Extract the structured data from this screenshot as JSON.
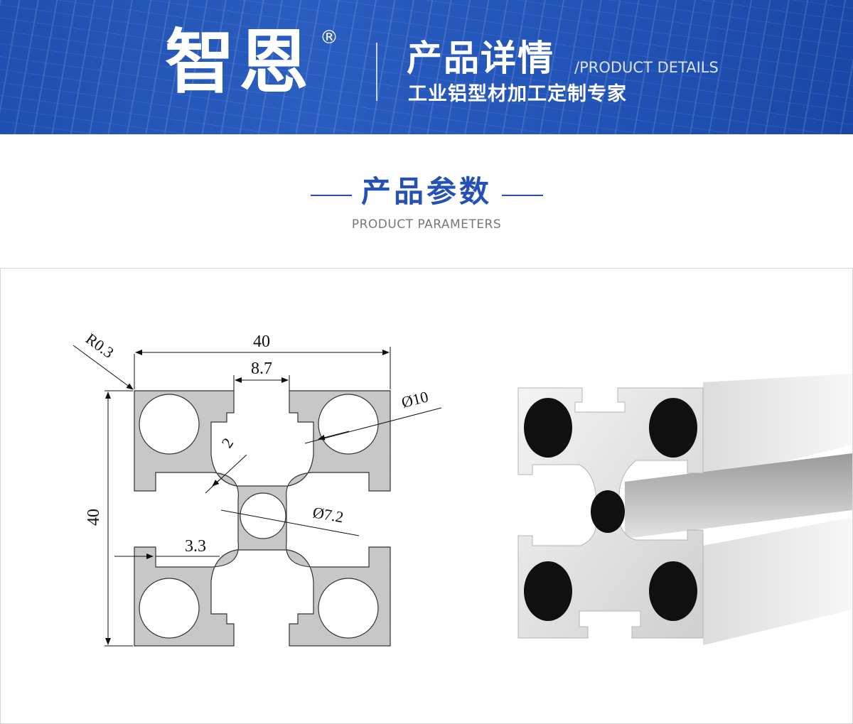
{
  "banner": {
    "brand": "智恩",
    "registered_mark": "®",
    "title_cn": "产品详情",
    "title_en": "/PRODUCT DETAILS",
    "subtitle": "工业铝型材加工定制专家"
  },
  "section": {
    "title": "产品参数",
    "subtitle": "PRODUCT PARAMETERS"
  },
  "drawing": {
    "dims": {
      "width_top": "40",
      "slot_width": "8.7",
      "corner_radius": "R0.3",
      "hole_diameter": "Ø10",
      "web_thickness": "2",
      "center_hole": "Ø7.2",
      "height_left": "40",
      "lip": "3.3"
    }
  },
  "colors": {
    "brand_blue": "#2451b5",
    "profile_fill": "#c7c7c7"
  }
}
